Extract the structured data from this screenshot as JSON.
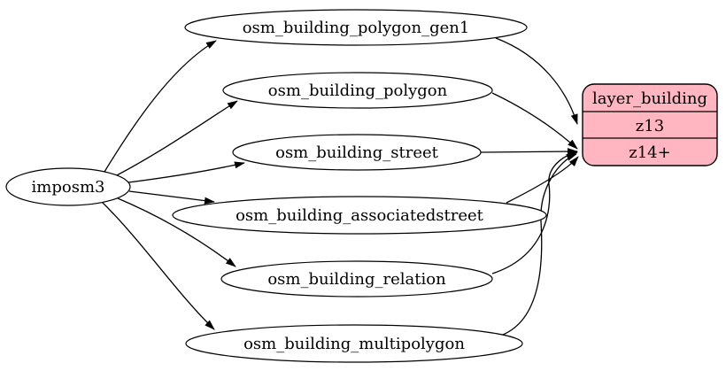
{
  "diagram": {
    "source": {
      "label": "imposm3"
    },
    "tables": [
      {
        "label": "osm_building_polygon_gen1"
      },
      {
        "label": "osm_building_polygon"
      },
      {
        "label": "osm_building_street"
      },
      {
        "label": "osm_building_associatedstreet"
      },
      {
        "label": "osm_building_relation"
      },
      {
        "label": "osm_building_multipolygon"
      }
    ],
    "layer": {
      "title": "layer_building",
      "rows": [
        "z13",
        "z14+"
      ]
    },
    "edges": [
      {
        "from": "imposm3",
        "to": "osm_building_polygon_gen1"
      },
      {
        "from": "imposm3",
        "to": "osm_building_polygon"
      },
      {
        "from": "imposm3",
        "to": "osm_building_street"
      },
      {
        "from": "imposm3",
        "to": "osm_building_associatedstreet"
      },
      {
        "from": "imposm3",
        "to": "osm_building_relation"
      },
      {
        "from": "imposm3",
        "to": "osm_building_multipolygon"
      },
      {
        "from": "osm_building_polygon_gen1",
        "to": "layer_building:z13"
      },
      {
        "from": "osm_building_polygon",
        "to": "layer_building:z14+"
      },
      {
        "from": "osm_building_street",
        "to": "layer_building:z14+"
      },
      {
        "from": "osm_building_associatedstreet",
        "to": "layer_building:z14+"
      },
      {
        "from": "osm_building_relation",
        "to": "layer_building:z14+"
      },
      {
        "from": "osm_building_multipolygon",
        "to": "layer_building:z14+"
      }
    ],
    "colors": {
      "layer_fill": "#ffb6c1",
      "node_fill": "#ffffff",
      "stroke": "#000000",
      "background": "#ffffff"
    }
  }
}
